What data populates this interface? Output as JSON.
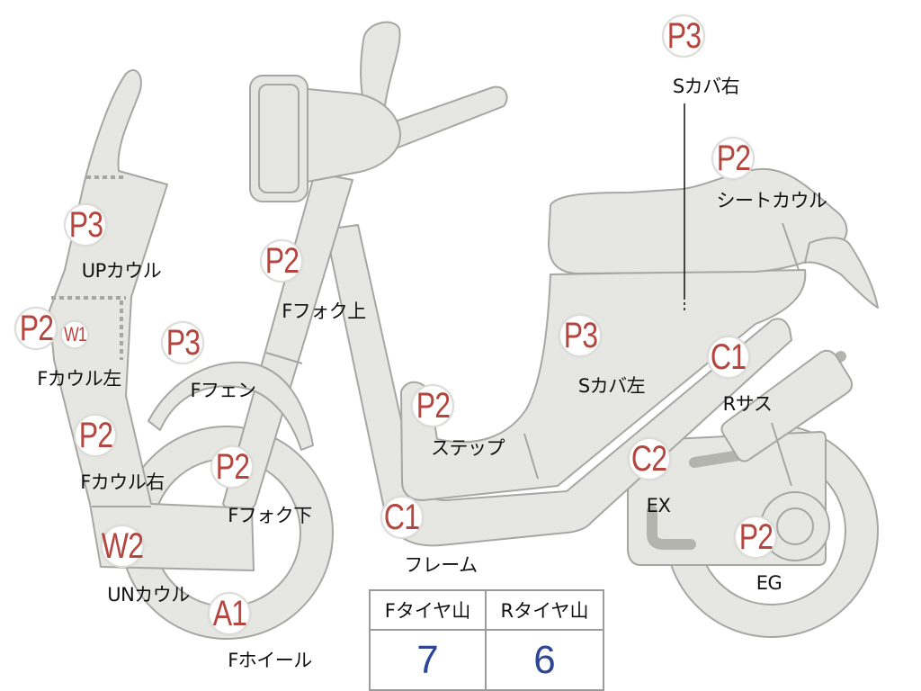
{
  "labels": [
    {
      "grade": "P3",
      "part": "Sカバ右"
    },
    {
      "grade": "P2",
      "part": "シートカウル"
    },
    {
      "grade": "P3",
      "part": "UPカウル"
    },
    {
      "grade": "P2",
      "part": "Fフォク上"
    },
    {
      "grade": "P2",
      "extra_grade": "W1",
      "part": "Fカウル左"
    },
    {
      "grade": "P3",
      "part": "Fフェン"
    },
    {
      "grade": "P3",
      "part": "Sカバ左"
    },
    {
      "grade": "C1",
      "part": "Rサス"
    },
    {
      "grade": "P2",
      "part": "ステップ"
    },
    {
      "grade": "P2",
      "part": "Fカウル右"
    },
    {
      "grade": "P2",
      "part": "Fフォク下"
    },
    {
      "grade": "C2",
      "part": "EX"
    },
    {
      "grade": "C1",
      "part": "フレーム"
    },
    {
      "grade": "W2",
      "part": "UNカウル"
    },
    {
      "grade": "P2",
      "part": "EG"
    },
    {
      "grade": "A1",
      "part": "Fホイール"
    }
  ],
  "tire_table": {
    "headers": [
      "Fタイヤ山",
      "Rタイヤ山"
    ],
    "values": [
      "7",
      "6"
    ]
  },
  "colors": {
    "body_fill": "#e6e6e2",
    "body_stroke": "#a6a6a2",
    "exhaust": "#b4b4af",
    "grade_text": "#b5453f",
    "tire_value": "#2c4596",
    "table_border": "#9b9b9b"
  }
}
